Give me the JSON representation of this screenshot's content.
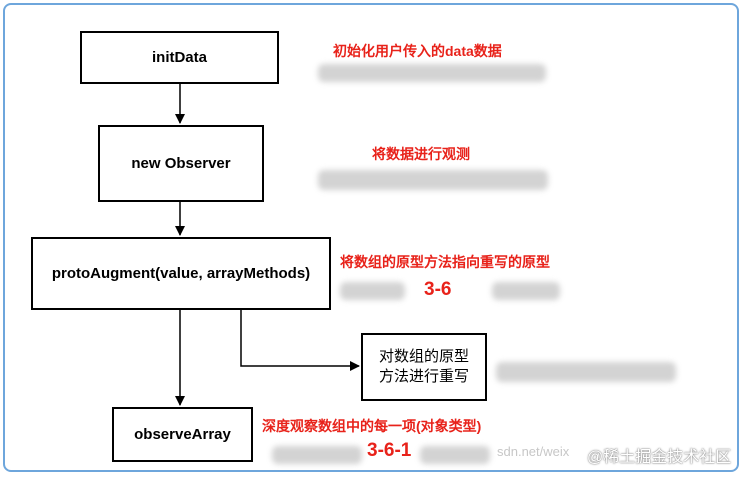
{
  "nodes": {
    "init_data": "initData",
    "new_observer": "new Observer",
    "proto_augment": "protoAugment(value, arrayMethods)",
    "observe_array": "observeArray",
    "override_proto_line1": "对数组的原型",
    "override_proto_line2": "方法进行重写"
  },
  "annotations": {
    "init_data": "初始化用户传入的data数据",
    "new_observer": "将数据进行观测",
    "proto_augment": "将数组的原型方法指向重写的原型",
    "proto_augment_num": "3-6",
    "observe_array": "深度观察数组中的每一项(对象类型)",
    "observe_array_num": "3-6-1"
  },
  "watermark": {
    "url_fragment": "sdn.net/weix",
    "site": "@稀土掘金技术社区"
  },
  "colors": {
    "annotation": "#e8221a",
    "frame": "#6ea6dc",
    "stroke": "#000000"
  }
}
